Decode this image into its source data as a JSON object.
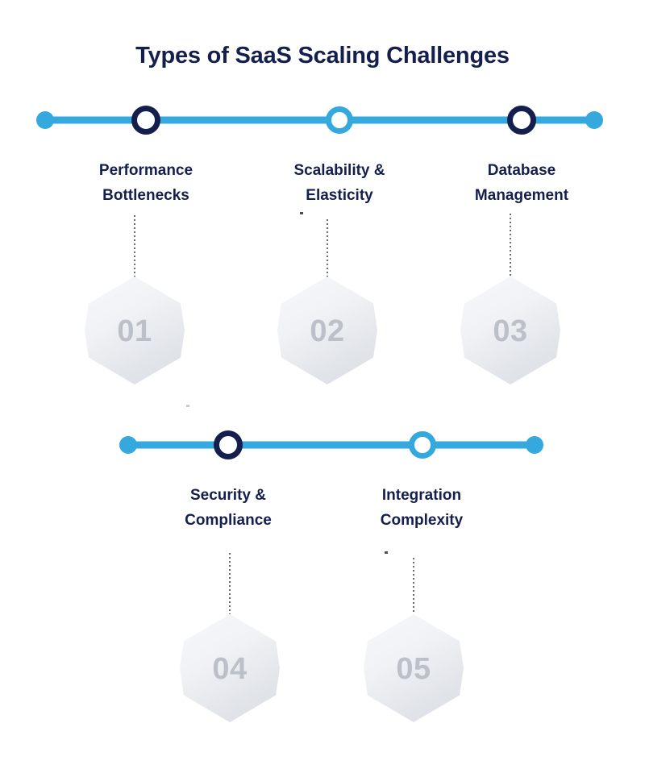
{
  "page": {
    "title": "Types of SaaS Scaling Challenges",
    "background": "#FFFFFF"
  },
  "colors": {
    "navy": "#141F4E",
    "blue": "#35A8DE",
    "hex_number": "#BCC0C9",
    "dotted_line": "#6B6B70"
  },
  "rows": [
    {
      "id": "row-1",
      "timeline": {
        "nodes": [
          {
            "type": "endcap",
            "style": "blue-dot"
          },
          {
            "type": "ring",
            "style": "navy-ring"
          },
          {
            "type": "ring",
            "style": "blue-ring"
          },
          {
            "type": "ring",
            "style": "navy-ring"
          },
          {
            "type": "endcap",
            "style": "blue-dot"
          }
        ]
      },
      "items": [
        {
          "number": "01",
          "label_line1": "Performance",
          "label_line2": "Bottlenecks"
        },
        {
          "number": "02",
          "label_line1": "Scalability &",
          "label_line2": "Elasticity"
        },
        {
          "number": "03",
          "label_line1": "Database",
          "label_line2": "Management"
        }
      ]
    },
    {
      "id": "row-2",
      "timeline": {
        "nodes": [
          {
            "type": "endcap",
            "style": "blue-dot"
          },
          {
            "type": "ring",
            "style": "navy-ring"
          },
          {
            "type": "ring",
            "style": "blue-ring"
          },
          {
            "type": "endcap",
            "style": "blue-dot"
          }
        ]
      },
      "items": [
        {
          "number": "04",
          "label_line1": "Security &",
          "label_line2": "Compliance"
        },
        {
          "number": "05",
          "label_line1": "Integration",
          "label_line2": "Complexity"
        }
      ]
    }
  ]
}
